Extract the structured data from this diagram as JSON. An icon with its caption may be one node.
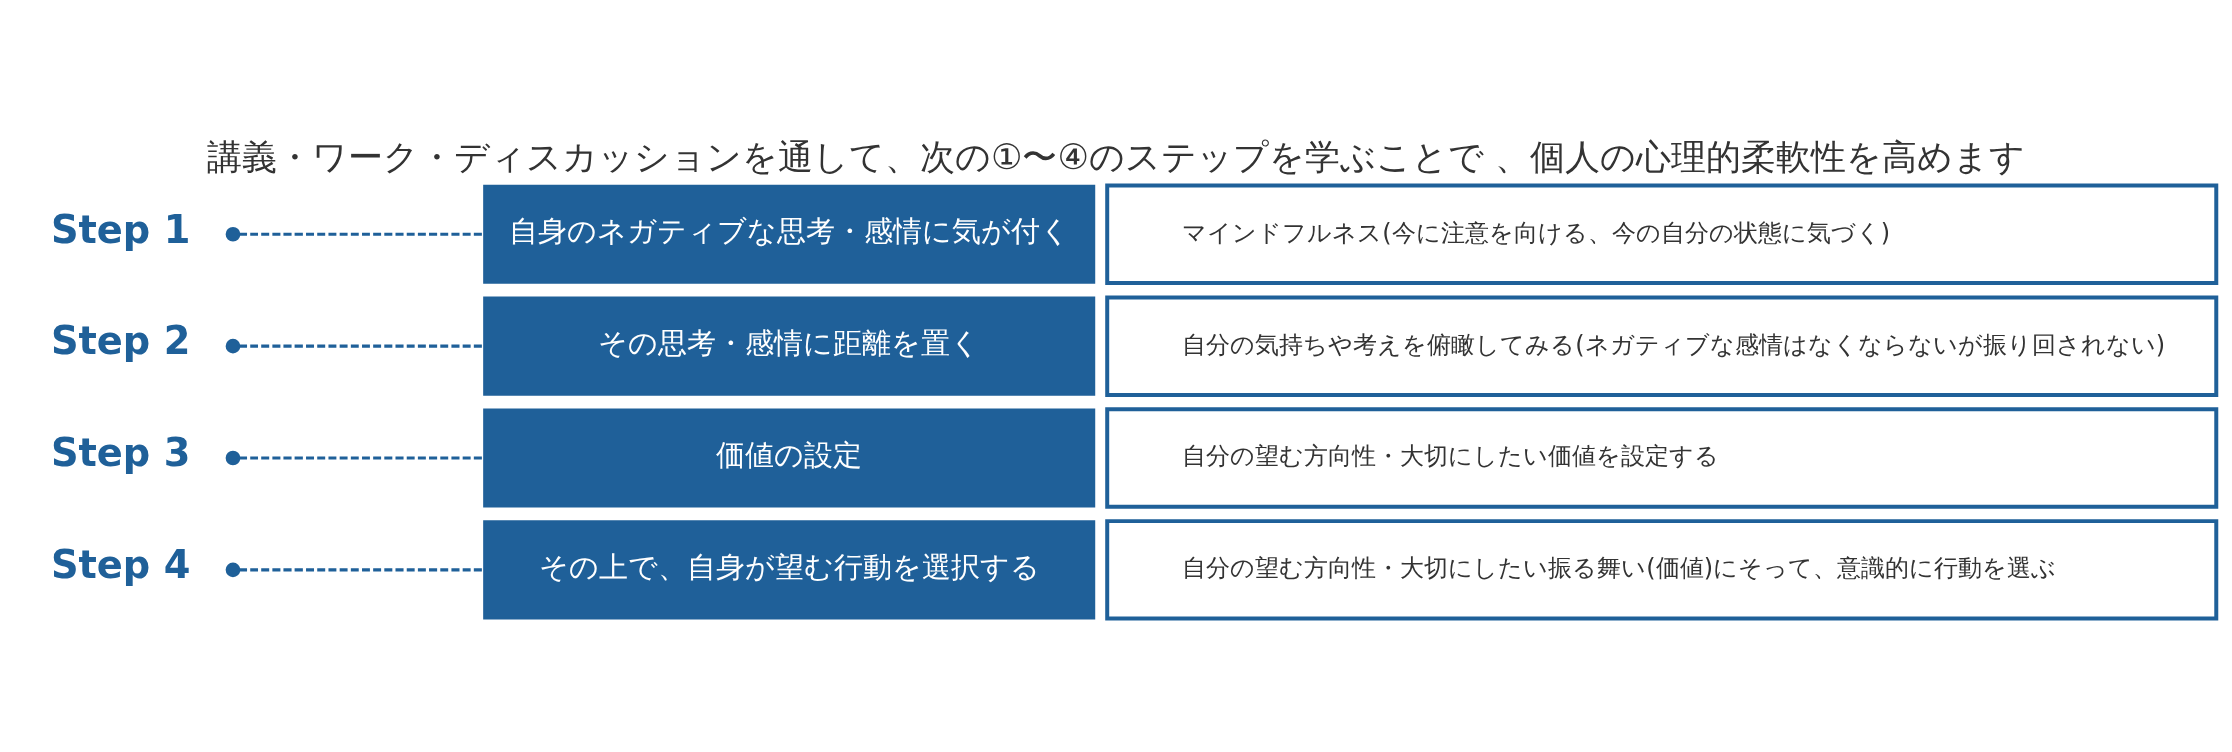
{
  "diagram": {
    "title": "講義・ワーク・ディスカッションを通して、次の①〜④のステップを学ぶことで 、個人の心理的柔軟性を高めます",
    "nodes": [
      {
        "text": [
          "Step 1"
        ]
      },
      {
        "text": [
          "自身のネガティブな思考・感情に気が付く"
        ]
      },
      {
        "text": [
          "マインドフルネス(今に注意を向ける、今の自分の状態に気づく)"
        ]
      },
      {
        "text": [
          "Step 2"
        ]
      },
      {
        "text": [
          "その思考・感情に距離を置く"
        ]
      },
      {
        "text": [
          "自分の気持ちや考えを俯瞰してみる(ネガティブな感情はなくならないが振り回されない)"
        ]
      },
      {
        "text": [
          "Step 3"
        ]
      },
      {
        "text": [
          "価値の設定"
        ]
      },
      {
        "text": [
          "自分の望む方向性・大切にしたい価値を設定する"
        ]
      },
      {
        "text": [
          "Step 4"
        ]
      },
      {
        "text": [
          "その上で、自身が望む行動を選択する"
        ]
      },
      {
        "text": [
          "自分の望む方向性・大切にしたい振る舞い(価値)にそって、意識的に行動を選ぶ"
        ]
      }
    ],
    "edges": [
      {
        "from": 0,
        "to": 1,
        "arrow": "other",
        "style": "dashed"
      },
      {
        "from": 3,
        "to": 4,
        "arrow": "other",
        "style": "dashed"
      },
      {
        "from": 6,
        "to": 7,
        "arrow": "other",
        "style": "dashed"
      },
      {
        "from": 9,
        "to": 10,
        "arrow": "other",
        "style": "dashed"
      }
    ]
  }
}
